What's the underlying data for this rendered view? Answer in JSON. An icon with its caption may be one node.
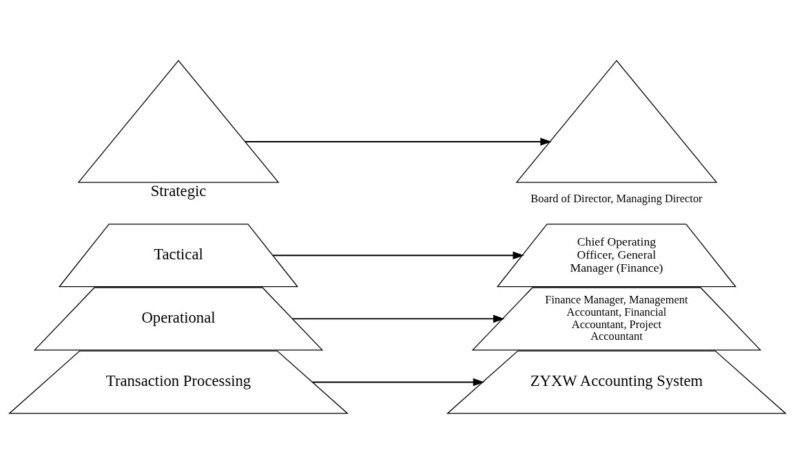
{
  "diagram": {
    "nodes": [
      {
        "text": [
          "Strategic"
        ]
      },
      {
        "text": [
          "Tactical"
        ]
      },
      {
        "text": [
          "Operational"
        ]
      },
      {
        "text": [
          "Transaction Processing"
        ]
      },
      {
        "text": [
          "Board of Director, Managing Director"
        ]
      },
      {
        "text": [
          "Chief Operating Officer, General Manager (Finance)"
        ]
      },
      {
        "text": [
          "Finance Manager, Management Accountant, Financial Accountant, Project Accountant"
        ]
      },
      {
        "text": [
          "ZYXW Accounting System"
        ]
      }
    ],
    "edges": [
      {
        "from": 0,
        "to": 4,
        "arrow": "to"
      },
      {
        "from": 1,
        "to": 5,
        "arrow": "to"
      },
      {
        "from": 2,
        "to": 6,
        "arrow": "to"
      },
      {
        "from": 3,
        "to": 7,
        "arrow": "to"
      }
    ]
  }
}
